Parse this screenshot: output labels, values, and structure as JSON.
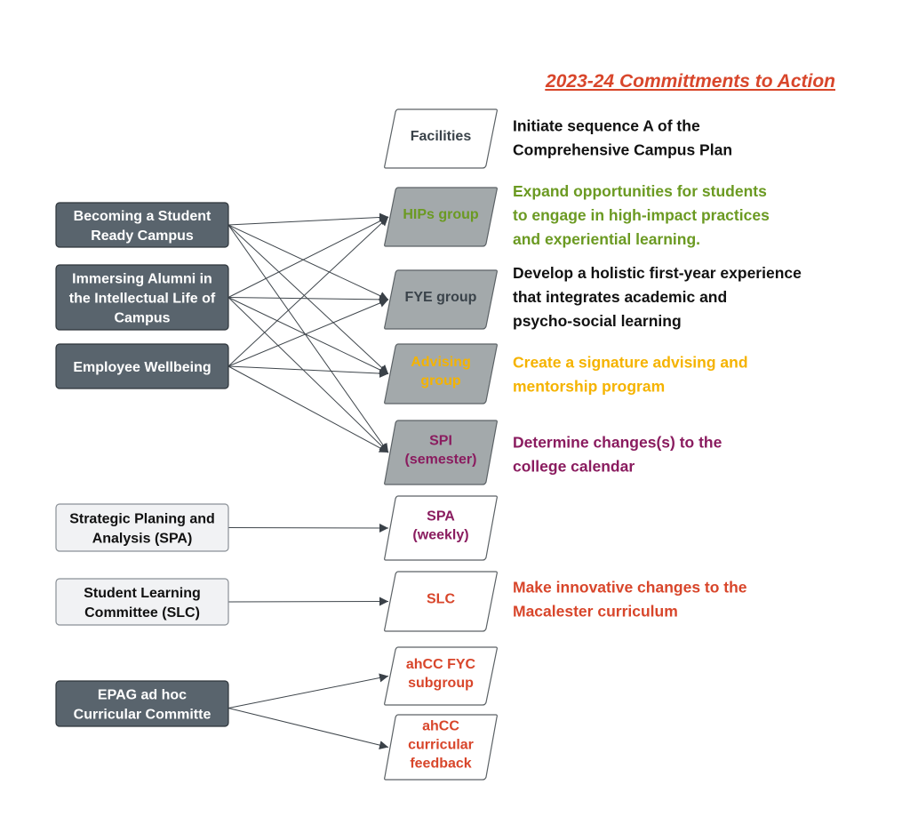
{
  "title": "2023-24 Committments to Action",
  "colors": {
    "green": "#6b9a22",
    "yellow": "#f5b300",
    "purple": "#8a1c5f",
    "red": "#d8462b",
    "dark": "#3a434a",
    "black": "#111111"
  },
  "sources": [
    {
      "id": "becoming",
      "lines": [
        "Becoming a Student",
        "Ready Campus"
      ],
      "style": "dark"
    },
    {
      "id": "immersing",
      "lines": [
        "Immersing Alumni in",
        "the Intellectual Life of",
        "Campus"
      ],
      "style": "dark"
    },
    {
      "id": "employee",
      "lines": [
        "Employee Wellbeing"
      ],
      "style": "dark"
    },
    {
      "id": "spa",
      "lines": [
        "Strategic Planing and",
        "Analysis (SPA)"
      ],
      "style": "light"
    },
    {
      "id": "slc",
      "lines": [
        "Student Learning",
        "Committee (SLC)"
      ],
      "style": "light"
    },
    {
      "id": "epag",
      "lines": [
        "EPAG ad hoc",
        "Curricular Committe"
      ],
      "style": "dark"
    }
  ],
  "targets": [
    {
      "id": "facilities",
      "lines": [
        "Facilities"
      ],
      "style": "white"
    },
    {
      "id": "hips",
      "lines": [
        "HIPs group"
      ],
      "style": "gray"
    },
    {
      "id": "fye",
      "lines": [
        "FYE group"
      ],
      "style": "gray"
    },
    {
      "id": "advising",
      "lines": [
        "Advising",
        "group"
      ],
      "style": "gray"
    },
    {
      "id": "spi",
      "lines": [
        "SPI",
        "(semester)"
      ],
      "style": "gray"
    },
    {
      "id": "spa_t",
      "lines": [
        "SPA",
        "(weekly)"
      ],
      "style": "white"
    },
    {
      "id": "slc_t",
      "lines": [
        "SLC"
      ],
      "style": "white"
    },
    {
      "id": "ahcc_fyc",
      "lines": [
        "ahCC FYC",
        "subgroup"
      ],
      "style": "white"
    },
    {
      "id": "ahcc_fb",
      "lines": [
        "ahCC",
        "curricular",
        "feedback"
      ],
      "style": "white"
    }
  ],
  "actions": [
    {
      "lines": [
        "Initiate sequence A of the",
        "Comprehensive Campus Plan"
      ]
    },
    {
      "lines": [
        "Expand opportunities for students",
        "to engage in high-impact practices",
        "and experiential learning."
      ]
    },
    {
      "lines": [
        "Develop a holistic first-year experience",
        "that integrates academic and",
        "psycho-social learning"
      ]
    },
    {
      "lines": [
        "Create a signature advising and",
        "mentorship program"
      ]
    },
    {
      "lines": [
        "Determine changes(s) to the",
        "college calendar"
      ]
    },
    {
      "lines": [
        "Make innovative changes to the",
        "Macalester curriculum"
      ]
    }
  ],
  "edges": [
    [
      "becoming",
      "hips"
    ],
    [
      "becoming",
      "fye"
    ],
    [
      "becoming",
      "advising"
    ],
    [
      "becoming",
      "spi"
    ],
    [
      "immersing",
      "hips"
    ],
    [
      "immersing",
      "fye"
    ],
    [
      "immersing",
      "advising"
    ],
    [
      "immersing",
      "spi"
    ],
    [
      "employee",
      "hips"
    ],
    [
      "employee",
      "fye"
    ],
    [
      "employee",
      "advising"
    ],
    [
      "employee",
      "spi"
    ],
    [
      "spa",
      "spa_t"
    ],
    [
      "slc",
      "slc_t"
    ],
    [
      "epag",
      "ahcc_fyc"
    ],
    [
      "epag",
      "ahcc_fb"
    ]
  ]
}
